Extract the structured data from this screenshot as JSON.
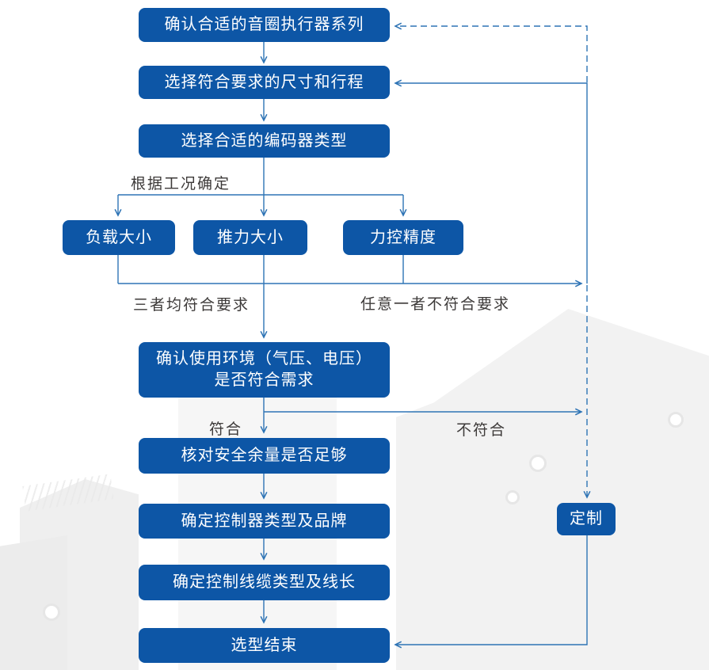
{
  "diagram": {
    "nodes": {
      "series": {
        "label": "确认合适的音圈执行器系列"
      },
      "size_stroke": {
        "label": "选择符合要求的尺寸和行程"
      },
      "encoder": {
        "label": "选择合适的编码器类型"
      },
      "load": {
        "label": "负载大小"
      },
      "thrust": {
        "label": "推力大小"
      },
      "force": {
        "label": "力控精度"
      },
      "environment": {
        "line1": "确认使用环境（气压、电压）",
        "line2": "是否符合需求"
      },
      "safety": {
        "label": "核对安全余量是否足够"
      },
      "controller": {
        "label": "确定控制器类型及品牌"
      },
      "cable": {
        "label": "确定控制线缆类型及线长"
      },
      "finish": {
        "label": "选型结束"
      },
      "custom": {
        "label": "定制"
      }
    },
    "edge_labels": {
      "by_condition": "根据工况确定",
      "all_pass": "三者均符合要求",
      "any_fail": "任意一者不符合要求",
      "env_pass": "符合",
      "env_fail": "不符合"
    },
    "colors": {
      "node_fill": "#0d56a6",
      "node_text": "#ffffff",
      "connector": "#2e74b5",
      "label_text": "#3d3a39",
      "page_bg": "#ffffff"
    }
  }
}
